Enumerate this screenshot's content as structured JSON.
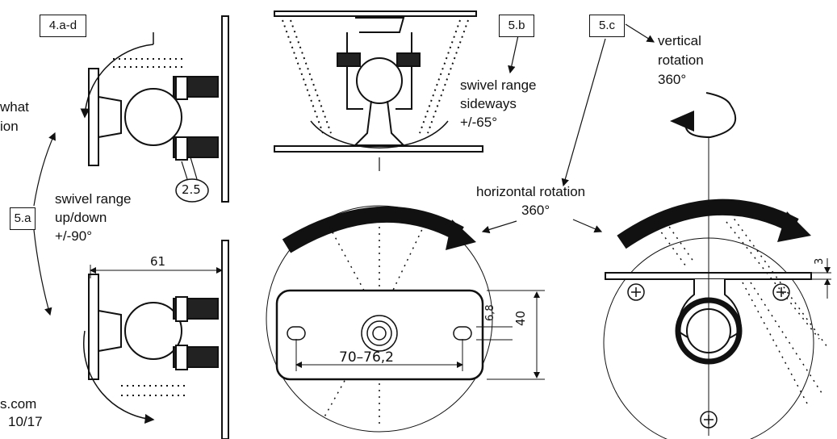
{
  "labels": {
    "ref_4ad": "4.a-d",
    "ref_5a": "5.a",
    "ref_5b": "5.b",
    "ref_5c": "5.c",
    "screw_size": "2.5",
    "left_partial_1": "what",
    "left_partial_2": "ion",
    "up_down_1": "swivel range",
    "up_down_2": "up/down",
    "up_down_3": "+/-90°",
    "sideways_1": "swivel range",
    "sideways_2": "sideways",
    "sideways_3": "+/-65°",
    "vertical_1": "vertical",
    "vertical_2": "rotation",
    "vertical_3": "360°",
    "horizontal_1": "horizontal rotation",
    "horizontal_2": "360°",
    "footer_1": "s.com",
    "footer_2": "10/17"
  },
  "dimensions": {
    "depth": "61",
    "hole_spacing": "70–76,2",
    "plate_height": "40",
    "hole_dia": "6,8",
    "plate_thickness": "3"
  }
}
